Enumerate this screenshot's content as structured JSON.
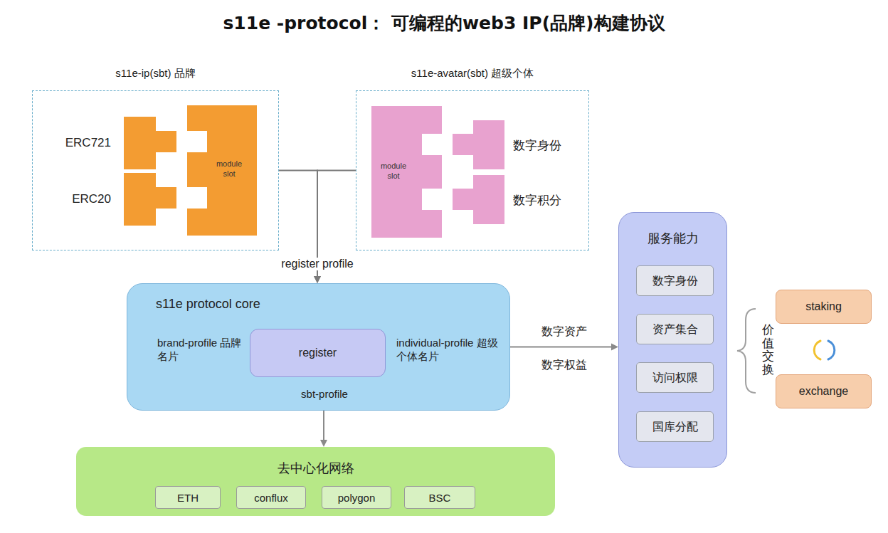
{
  "diagram": {
    "title": "s11e -protocol： 可编程的web3 IP(品牌)构建协议",
    "nodes": [
      {
        "text": [
          "s11e-ip(sbt) 品牌"
        ]
      },
      {
        "text": [
          "ERC721"
        ],
        "in": 0
      },
      {
        "text": [
          "ERC20"
        ],
        "in": 0
      },
      {
        "text": [
          "module slot"
        ],
        "in": 0
      },
      {
        "text": [
          "s11e-avatar(sbt) 超级个体"
        ]
      },
      {
        "text": [
          "module slot"
        ],
        "in": 4
      },
      {
        "text": [
          "数字身份"
        ],
        "in": 4
      },
      {
        "text": [
          "数字积分"
        ],
        "in": 4
      },
      {
        "text": [
          "s11e protocol core",
          "brand-profile 品牌名片",
          "individual-profile 超级个体名片",
          "sbt-profile"
        ]
      },
      {
        "text": [
          "register"
        ],
        "in": 8
      },
      {
        "text": [
          "去中心化网络"
        ]
      },
      {
        "text": [
          "ETH"
        ],
        "in": 10
      },
      {
        "text": [
          "conflux"
        ],
        "in": 10
      },
      {
        "text": [
          "polygon"
        ],
        "in": 10
      },
      {
        "text": [
          "BSC"
        ],
        "in": 10
      },
      {
        "text": [
          "服务能力"
        ]
      },
      {
        "text": [
          "数字身份"
        ],
        "in": 15
      },
      {
        "text": [
          "资产集合"
        ],
        "in": 15
      },
      {
        "text": [
          "访问权限"
        ],
        "in": 15
      },
      {
        "text": [
          "国库分配"
        ],
        "in": 15
      },
      {
        "text": [
          "staking"
        ]
      },
      {
        "text": [
          "exchange"
        ]
      }
    ],
    "edges": [
      {
        "from": 0,
        "to": 8,
        "arrow": "to",
        "label": "register profile"
      },
      {
        "from": 4,
        "to": 8,
        "arrow": "to"
      },
      {
        "from": 8,
        "to": 10,
        "arrow": "to"
      },
      {
        "from": 8,
        "to": 15,
        "arrow": "to",
        "label": "数字资产"
      }
    ],
    "labels": [
      "数字权益",
      "价值交换"
    ]
  }
}
